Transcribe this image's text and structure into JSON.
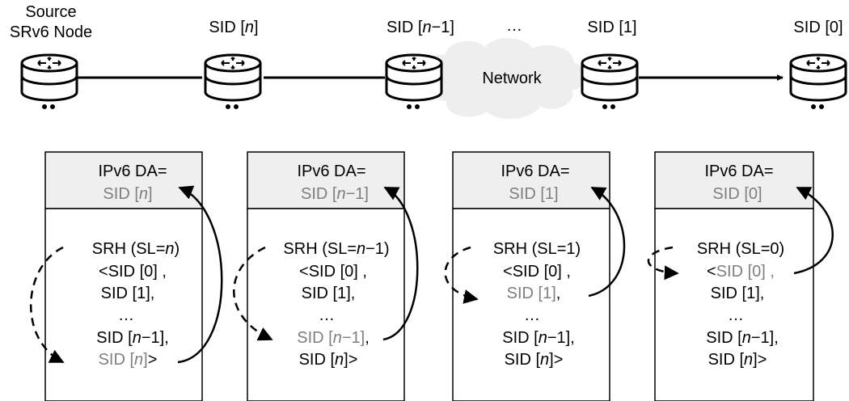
{
  "nodes": {
    "source_line1": "Source",
    "source_line2": "SRv6 Node",
    "sid_pre": "SID [",
    "n": "n",
    "close": "]",
    "minus1_close": "−1]",
    "ellipsis": "…",
    "sid1": "SID [1]",
    "sid0": "SID [0]",
    "network": "Network"
  },
  "packets": {
    "da_label": "IPv6 DA=",
    "srh_pre": "SRH (SL=",
    "paren_close": ")",
    "minus1_paren": "−1)",
    "srh_sl1": "SRH (SL=1)",
    "srh_sl0": "SRH (SL=0)",
    "list_first": "<SID [0] ,",
    "list_sid1": "SID [1],",
    "minus1_close_comma": "−1],",
    "minus1_bracket": "−1]",
    "comma": ",",
    "gt": ">",
    "lt": "<",
    "space_comma": " ,"
  },
  "colors": {
    "highlight_gray": "#7f7f7f",
    "header_fill": "#efefef",
    "cloud_fill": "#eeeeee"
  }
}
